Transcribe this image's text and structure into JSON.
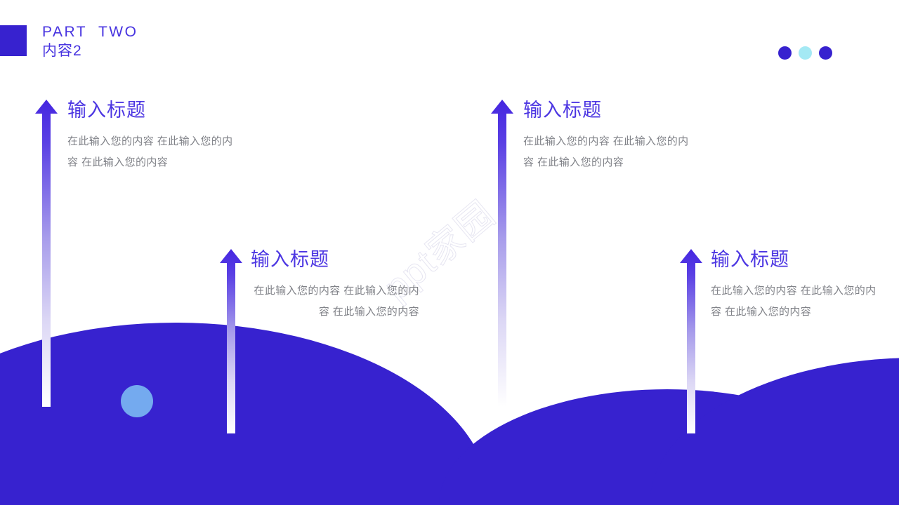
{
  "header": {
    "title_en": "PART  TWO",
    "title_cn": "内容2",
    "accent_color": "#3722cf",
    "text_color": "#4733e0",
    "dots": [
      {
        "name": "dot-1",
        "color": "#3722cf"
      },
      {
        "name": "dot-2",
        "color": "#a4e9f4"
      },
      {
        "name": "dot-3",
        "color": "#3722cf"
      }
    ]
  },
  "watermark": {
    "text": "ppt家园"
  },
  "decor": {
    "hill_color": "#3722cf",
    "accent_circle_color": "#74aaef"
  },
  "blocks": [
    {
      "title": "输入标题",
      "desc": "在此输入您的内容 在此输入您的内容 在此输入您的内容",
      "arrow_height": 440,
      "title_color": "#4c36e2"
    },
    {
      "title": "输入标题",
      "desc": "在此输入您的内容 在此输入您的内容 在此输入您的内容",
      "arrow_height": 265,
      "title_color": "#4c36e2"
    },
    {
      "title": "输入标题",
      "desc": "在此输入您的内容 在此输入您的内容 在此输入您的内容",
      "arrow_height": 440,
      "title_color": "#4c36e2"
    },
    {
      "title": "输入标题",
      "desc": "在此输入您的内容 在此输入您的内容 在此输入您的内容",
      "arrow_height": 265,
      "title_color": "#4c36e2"
    }
  ]
}
